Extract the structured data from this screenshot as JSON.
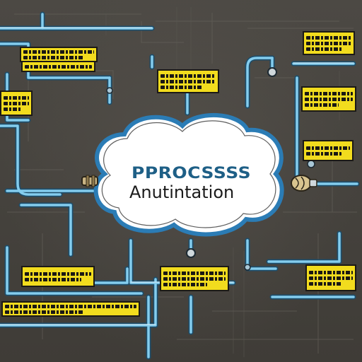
{
  "center": {
    "title": "PPROCSSSS",
    "subtitle": "Anutintation"
  },
  "colors": {
    "background": "#4a4742",
    "pipe": "#7ec8e8",
    "pipe_dark": "#2f7fa8",
    "label_fill": "#f2dc1e",
    "cloud_fill": "#ffffff",
    "cloud_stroke": "#3a7fb0",
    "title": "#1e5f86"
  },
  "labels": [
    {
      "id": "top-left-1"
    },
    {
      "id": "top-left-2"
    },
    {
      "id": "top-center"
    },
    {
      "id": "top-right-1"
    },
    {
      "id": "top-right-2"
    },
    {
      "id": "mid-right"
    },
    {
      "id": "left-mid"
    },
    {
      "id": "bottom-left-1"
    },
    {
      "id": "bottom-left-2"
    },
    {
      "id": "bottom-center"
    },
    {
      "id": "bottom-right"
    }
  ],
  "icons": [
    "left-connector-icon",
    "right-connector-icon",
    "pipe-valve-icon"
  ]
}
